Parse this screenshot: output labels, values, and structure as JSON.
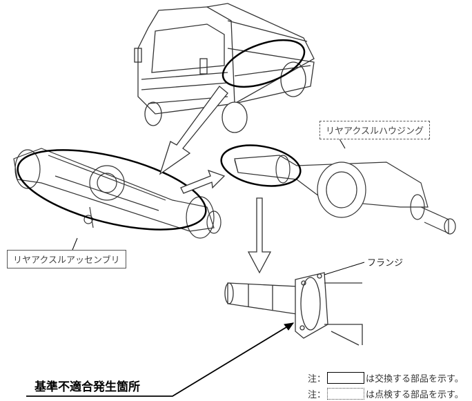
{
  "labels": {
    "assembly": "リヤアクスルアッセンブリ",
    "housing": "リヤアクスルハウジング",
    "flange": "フランジ",
    "defect_location": "基準不適合発生箇所"
  },
  "legend": [
    {
      "prefix": "注：",
      "text": "は交換する部品を示す。",
      "style": "solid"
    },
    {
      "prefix": "注：",
      "text": "は点検する部品を示す。",
      "style": "dotted"
    }
  ]
}
